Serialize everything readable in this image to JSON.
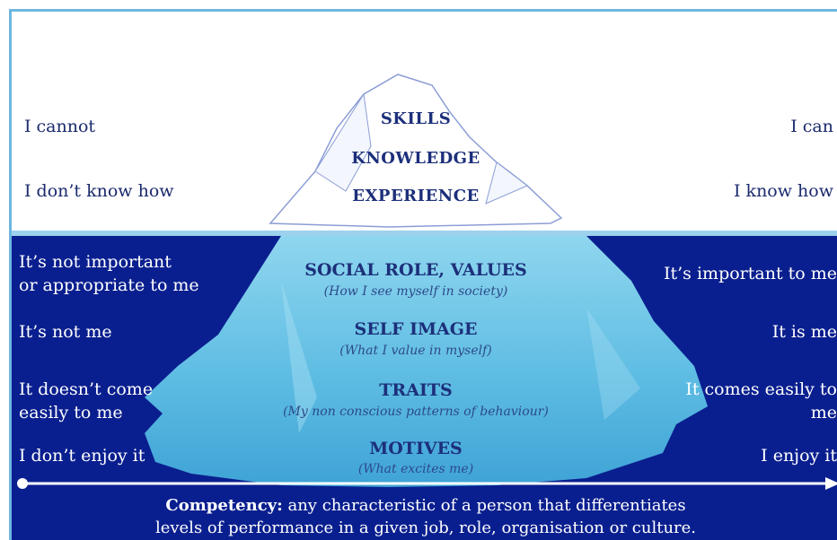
{
  "above_water": {
    "left": [
      "I cannot",
      "I don’t know how"
    ],
    "right": [
      "I can",
      "I know how"
    ],
    "tip": [
      "SKILLS",
      "KNOWLEDGE",
      "EXPERIENCE"
    ]
  },
  "below_water": {
    "layers": [
      {
        "title": "SOCIAL ROLE, VALUES",
        "subtitle": "(How I see myself in society)"
      },
      {
        "title": "SELF IMAGE",
        "subtitle": "(What I value in myself)"
      },
      {
        "title": "TRAITS",
        "subtitle": "(My non conscious patterns of behaviour)"
      },
      {
        "title": "MOTIVES",
        "subtitle": "(What excites me)"
      }
    ],
    "left": [
      "It’s not important\nor appropriate to me",
      "It’s not me",
      "It doesn’t come\neasily to me",
      "I don’t enjoy it"
    ],
    "right": [
      "It’s important to me",
      "It is me",
      "It comes easily to\nme",
      "I enjoy it"
    ]
  },
  "definition": {
    "term": "Competency:",
    "text": " any characteristic of a person that differentiates",
    "line2": "levels of performance in a given job, role, organisation or culture."
  },
  "colors": {
    "deep_water": "#0a1f8f",
    "ice_below": "#6cc4e4",
    "ice_above": "#ffffff",
    "text_dark": "#1c2f7a",
    "frame": "#6fb6e0"
  }
}
